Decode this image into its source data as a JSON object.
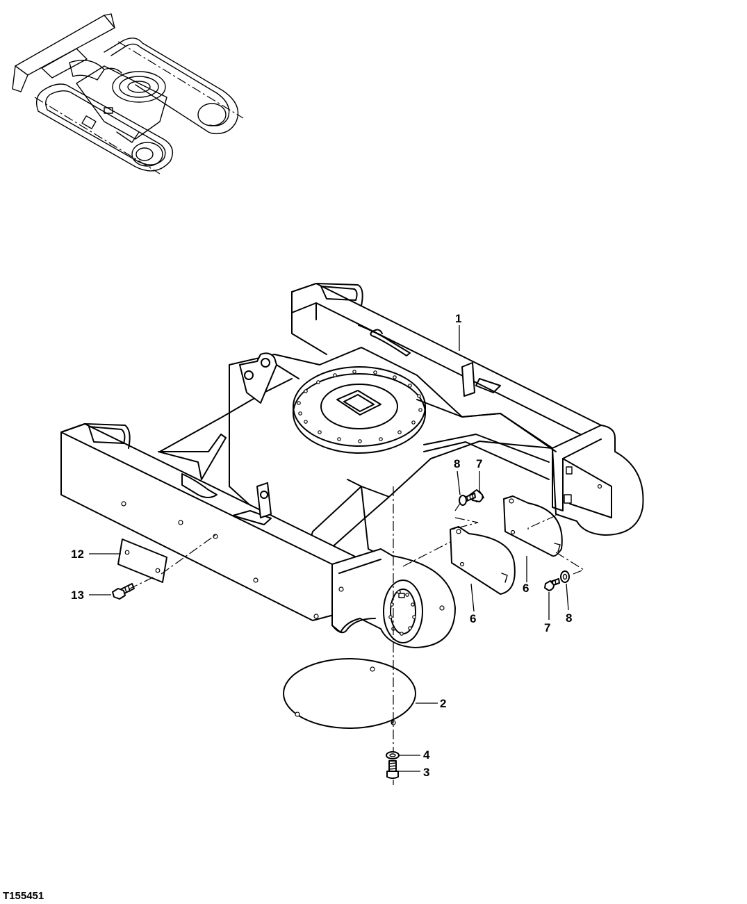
{
  "figure_id": "T155451",
  "callouts": [
    {
      "id": "c1",
      "label": "1"
    },
    {
      "id": "c2",
      "label": "2"
    },
    {
      "id": "c3",
      "label": "3"
    },
    {
      "id": "c4",
      "label": "4"
    },
    {
      "id": "c6a",
      "label": "6"
    },
    {
      "id": "c6b",
      "label": "6"
    },
    {
      "id": "c7a",
      "label": "7"
    },
    {
      "id": "c7b",
      "label": "7"
    },
    {
      "id": "c8a",
      "label": "8"
    },
    {
      "id": "c8b",
      "label": "8"
    },
    {
      "id": "c12",
      "label": "12"
    },
    {
      "id": "c13",
      "label": "13"
    }
  ]
}
